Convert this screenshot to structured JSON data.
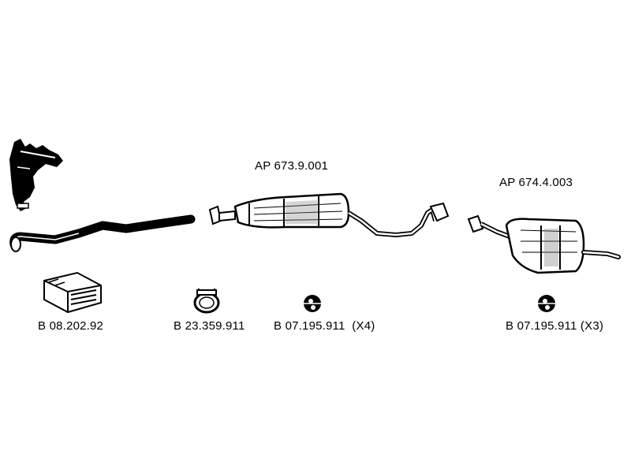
{
  "assemblies": [
    {
      "code": "AP 673.9.001"
    },
    {
      "code": "AP 674.4.003"
    }
  ],
  "accessories": [
    {
      "code": "B 08.202.92",
      "icon": "mounting-kit-box-icon"
    },
    {
      "code": "B 23.359.911",
      "icon": "pipe-clamp-icon"
    },
    {
      "code": "B 07.195.911",
      "qty": "(X4)",
      "icon": "rubber-hanger-ring-icon"
    },
    {
      "code": "B 07.195.911",
      "qty": "(X3)",
      "icon": "rubber-hanger-ring-icon"
    }
  ],
  "colors": {
    "line": "#000000",
    "background": "#ffffff"
  }
}
